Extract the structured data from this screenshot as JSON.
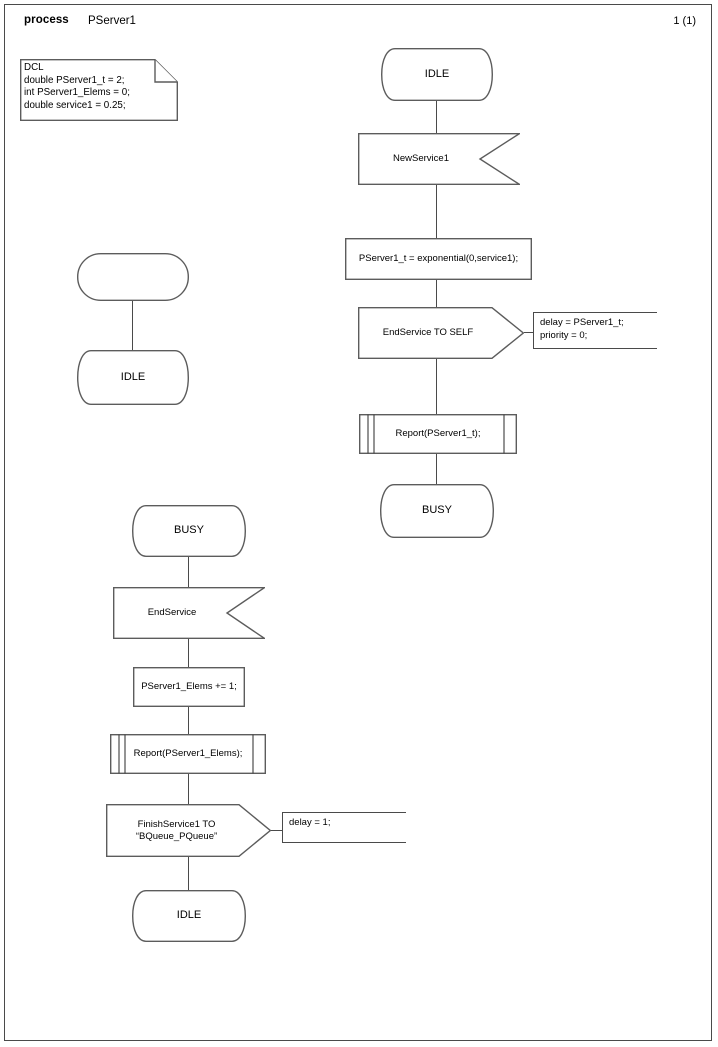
{
  "header": {
    "keyword": "process",
    "process_name": "PServer1",
    "page_number": "1 (1)"
  },
  "declaration_note": {
    "name": "dcl-note",
    "text": "DCL\ndouble PServer1_t = 2;\nint PServer1_Elems = 0;\ndouble service1 = 0.25;"
  },
  "branches": {
    "start_branch": {
      "start_symbol": {
        "label": ""
      },
      "next_state": {
        "label": "IDLE"
      }
    },
    "idle_branch": {
      "state_from": {
        "label": "IDLE"
      },
      "input": {
        "label": "NewService1"
      },
      "task": {
        "label": "PServer1_t = exponential(0,service1);"
      },
      "output": {
        "label": "EndService TO SELF"
      },
      "output_comment": {
        "text": "delay = PServer1_t;\npriority = 0;"
      },
      "procedure_call": {
        "label": "Report(PServer1_t);"
      },
      "next_state": {
        "label": "BUSY"
      }
    },
    "busy_branch": {
      "state_from": {
        "label": "BUSY"
      },
      "input": {
        "label": "EndService"
      },
      "task": {
        "label": "PServer1_Elems += 1;"
      },
      "procedure_call": {
        "label": "Report(PServer1_Elems);"
      },
      "output": {
        "label": "FinishService1 TO\n“BQueue_PQueue”"
      },
      "output_comment": {
        "text": "delay = 1;"
      },
      "next_state": {
        "label": "IDLE"
      }
    }
  },
  "colors": {
    "shape_stroke": "#5c5c5c",
    "frame_stroke": "#4a4a4a",
    "text": "#000000",
    "background": "#ffffff"
  }
}
